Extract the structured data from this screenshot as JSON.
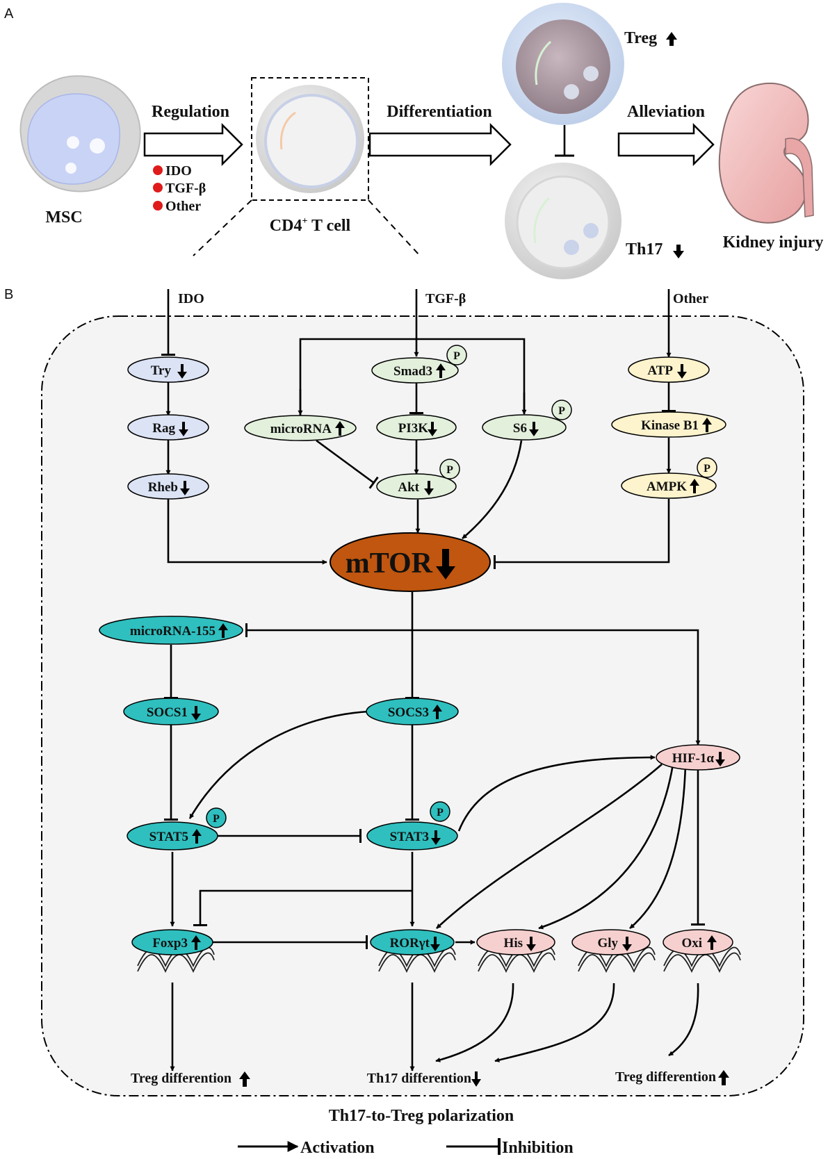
{
  "panel_a": {
    "label": "A",
    "msc": "MSC",
    "regulation": "Regulation",
    "factors": [
      "IDO",
      "TGF-β",
      "Other"
    ],
    "cd4_label": "CD4",
    "cd4_sup": "+",
    "cd4_rest": " T cell",
    "differentiation": "Differentiation",
    "treg": "Treg",
    "th17": "Th17",
    "alleviation": "Alleviation",
    "kidney": "Kidney injury"
  },
  "panel_b": {
    "label": "B",
    "inputs": {
      "ido": "IDO",
      "tgfb": "TGF-β",
      "other": "Other"
    },
    "nodes": {
      "try": "Try",
      "rag": "Rag",
      "rheb": "Rheb",
      "smad3": "Smad3",
      "microrna": "microRNA",
      "pi3k": "PI3K",
      "akt": "Akt",
      "s6": "S6",
      "atp": "ATP",
      "kinase_b1": "Kinase B1",
      "ampk": "AMPK",
      "mtor": "mTOR",
      "microrna155": "microRNA-155",
      "socs1": "SOCS1",
      "socs3": "SOCS3",
      "stat5": "STAT5",
      "stat3": "STAT3",
      "hif1a": "HIF-1α",
      "foxp3": "Foxp3",
      "rorgt": "RORγt",
      "his": "His",
      "gly": "Gly",
      "oxi": "Oxi"
    },
    "phospho": "P",
    "outcomes": {
      "treg_left": "Treg differention",
      "th17": "Th17 differention",
      "treg_right": "Treg differention"
    },
    "footer": "Th17-to-Treg polarization"
  },
  "legend": {
    "activation": "Activation",
    "inhibition": "Inhibition"
  },
  "colors": {
    "blue_node": "#dbe3f5",
    "green_node": "#e3f0dc",
    "yellow_node": "#fdf3cc",
    "teal_node": "#2fbfbf",
    "pink_node": "#f6d0cf",
    "mtor": "#c0560f",
    "panel_bg": "#f4f4f4"
  }
}
